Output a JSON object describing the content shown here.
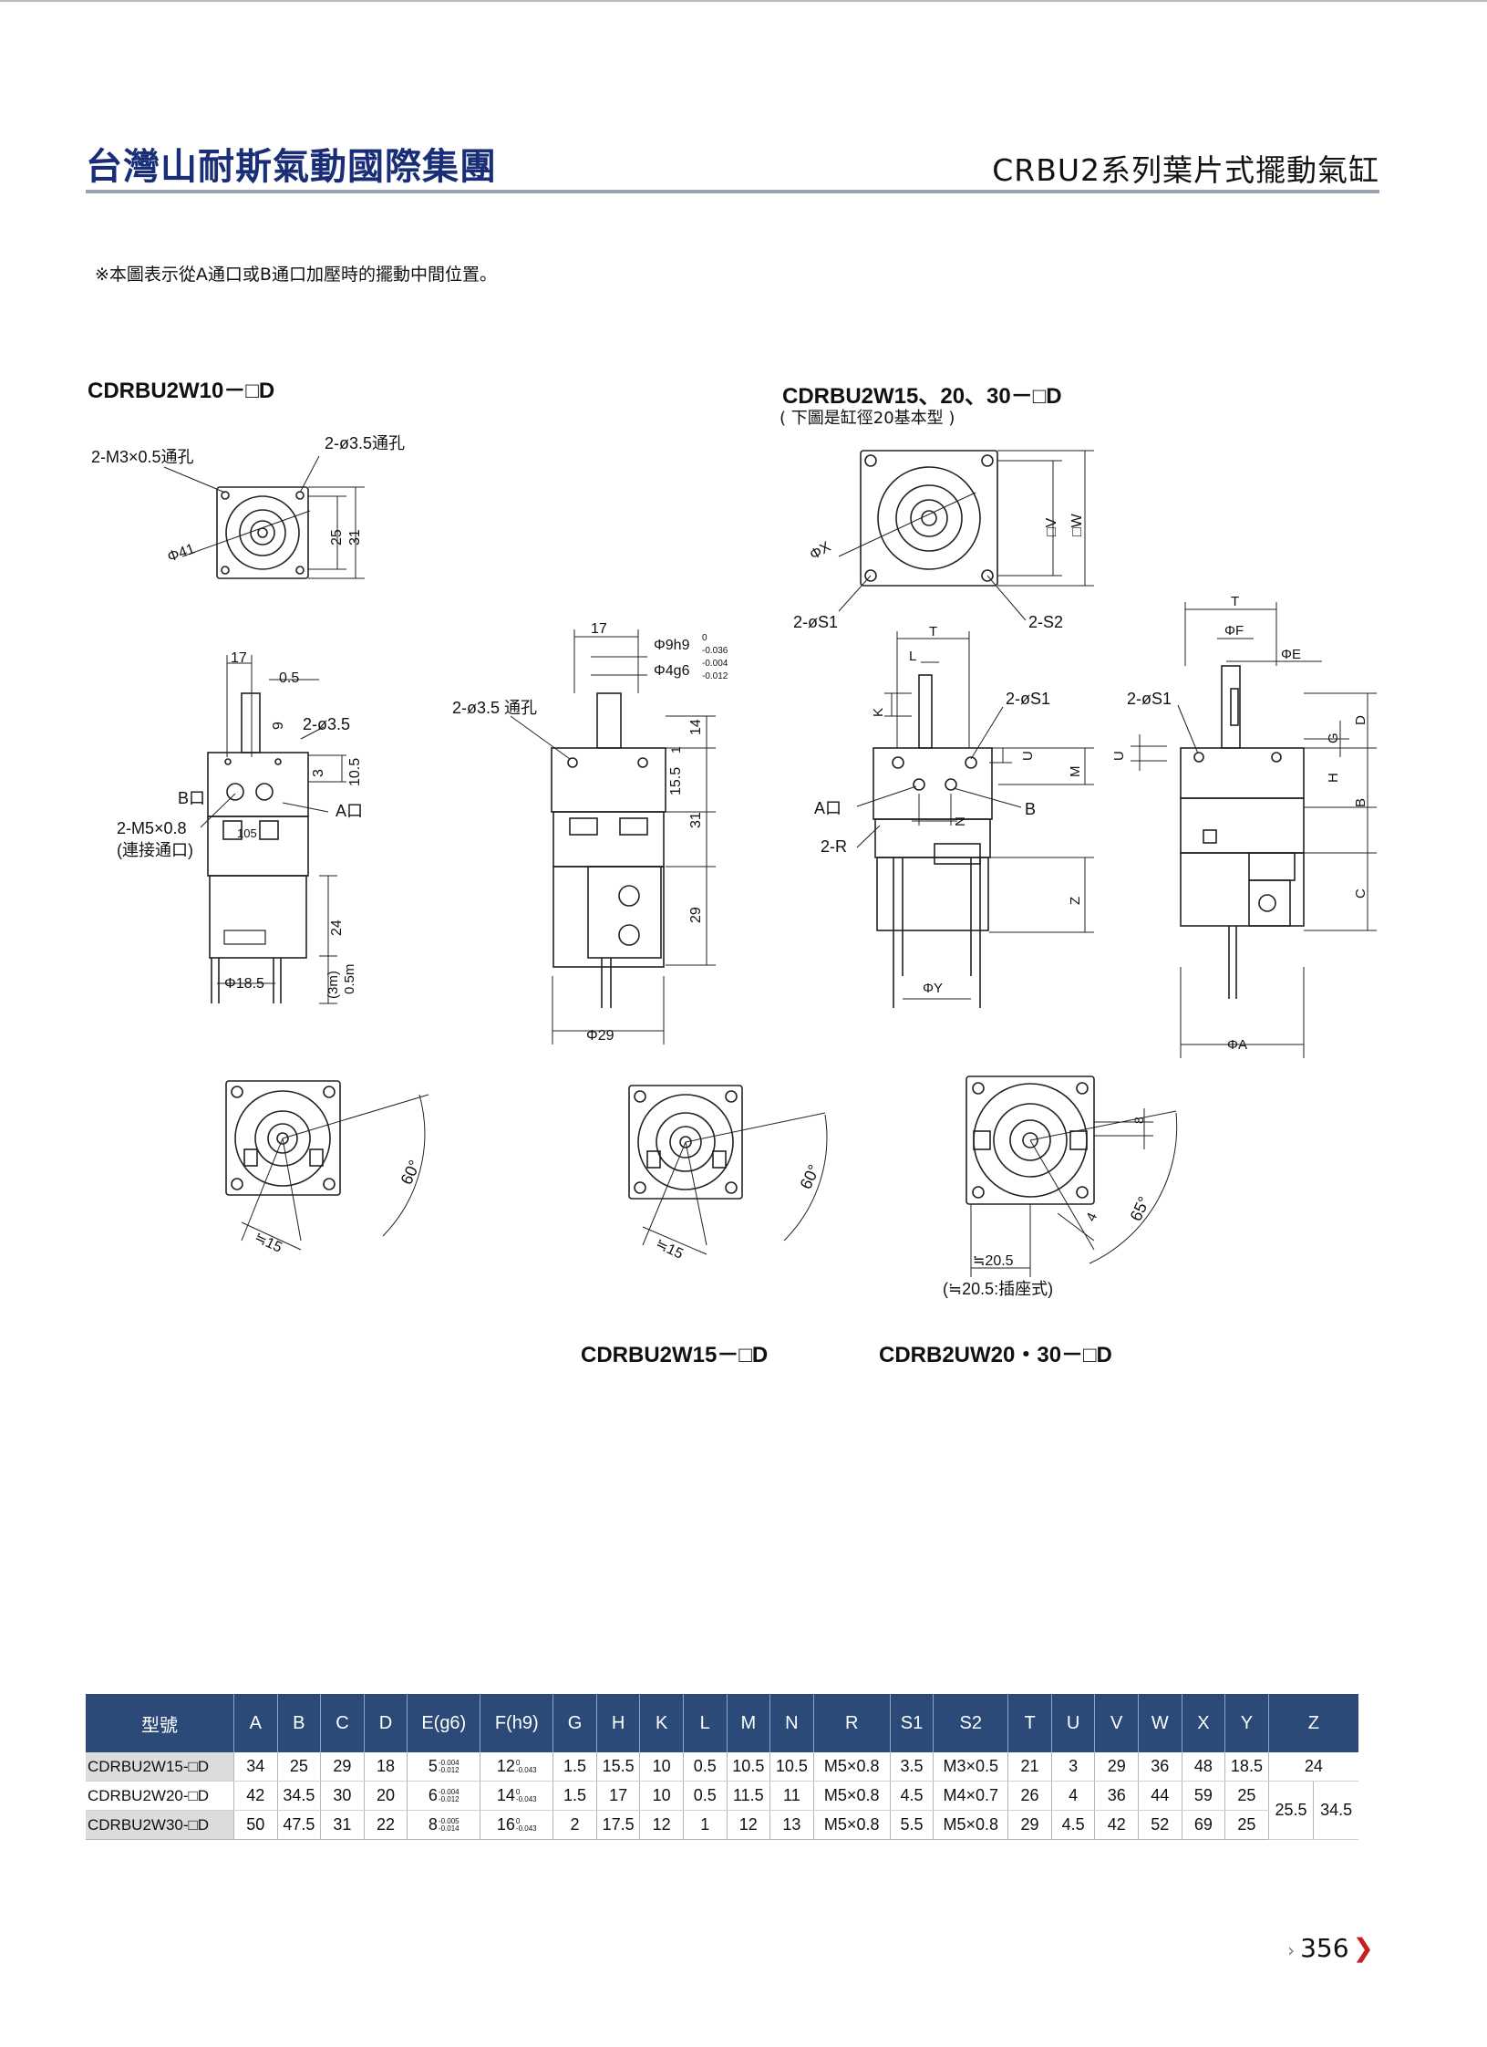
{
  "header": {
    "brand": "台灣山耐斯氣動國際集團",
    "series_title": "CRBU2系列葉片式擺動氣缸"
  },
  "note": "※本圖表示從A通口或B通口加壓時的擺動中間位置。",
  "figures": {
    "w10_title": "CDRBU2W10－□D",
    "w15_30_title": "CDRBU2W15、20、30－□D",
    "w15_30_sub": "( 下圖是缸徑20基本型 )",
    "w15_title": "CDRBU2W15－□D",
    "w20_30_title": "CDRB2UW20・30－□D",
    "w20_30_note": "(≒20.5:插座式)"
  },
  "labels": {
    "m3": "2-M3×0.5通孔",
    "phi35_a": "2-ø3.5通孔",
    "phi41": "Φ41",
    "d25": "25",
    "d31": "31",
    "d17": "17",
    "d05": "0.5",
    "d9": "9",
    "phi35_b": "2-ø3.5",
    "d3": "3",
    "d105": "10.5",
    "port_b": "B口",
    "port_a": "A口",
    "m5": "2-M5×0.8",
    "m5_sub": "(連接通口)",
    "d105b": "105",
    "d24": "24",
    "phi185": "Φ18.5",
    "lead": "(3m)",
    "lead2": "0.5m",
    "mid_17": "17",
    "phi9": "Φ9h9",
    "phi9_tol_u": "0",
    "phi9_tol_l": "-0.036",
    "phi4": "Φ4g6",
    "phi4_tol_u": "-0.004",
    "phi4_tol_l": "-0.012",
    "phi35_c": "2-ø3.5 通孔",
    "d14": "14",
    "d1": "1",
    "d155": "15.5",
    "d31b": "31",
    "d29": "29",
    "phi29": "Φ29",
    "phiX": "ΦX",
    "sqV": "□V",
    "sqW": "□W",
    "s1": "2-øS1",
    "s2": "2-S2",
    "T": "T",
    "L": "L",
    "K": "K",
    "s1b": "2-øS1",
    "U": "U",
    "M": "M",
    "N": "N",
    "portA2": "A口",
    "B2": "B",
    "R": "2-R",
    "Z": "Z",
    "phiY": "ΦY",
    "T2": "T",
    "phiF": "ΦF",
    "phiE": "ΦE",
    "s1c": "2-øS1",
    "D": "D",
    "G": "G",
    "U2": "U",
    "H": "H",
    "B3": "B",
    "C": "C",
    "phiA": "ΦA",
    "ang60a": "60°",
    "ap15a": "≒15",
    "ang60b": "60°",
    "ap15b": "≒15",
    "ang65": "65°",
    "d4": "4",
    "d8": "8",
    "ap205": "≒20.5"
  },
  "table": {
    "headers": [
      "型號",
      "A",
      "B",
      "C",
      "D",
      "E(g6)",
      "F(h9)",
      "G",
      "H",
      "K",
      "L",
      "M",
      "N",
      "R",
      "S1",
      "S2",
      "T",
      "U",
      "V",
      "W",
      "X",
      "Y",
      "Z"
    ],
    "rows": [
      {
        "model": "CDRBU2W15-□D",
        "A": "34",
        "B": "25",
        "C": "29",
        "D": "18",
        "E": "5",
        "E_tol_u": "-0.004",
        "E_tol_l": "-0.012",
        "F": "12",
        "F_tol_u": "0",
        "F_tol_l": "-0.043",
        "G": "1.5",
        "H": "15.5",
        "K": "10",
        "L": "0.5",
        "M": "10.5",
        "N": "10.5",
        "R": "M5×0.8",
        "S1": "3.5",
        "S2": "M3×0.5",
        "T": "21",
        "U": "3",
        "V": "29",
        "W": "36",
        "X": "48",
        "Y": "18.5",
        "Z": "24"
      },
      {
        "model": "CDRBU2W20-□D",
        "A": "42",
        "B": "34.5",
        "C": "30",
        "D": "20",
        "E": "6",
        "E_tol_u": "-0.004",
        "E_tol_l": "-0.012",
        "F": "14",
        "F_tol_u": "0",
        "F_tol_l": "-0.043",
        "G": "1.5",
        "H": "17",
        "K": "10",
        "L": "0.5",
        "M": "11.5",
        "N": "11",
        "R": "M5×0.8",
        "S1": "4.5",
        "S2": "M4×0.7",
        "T": "26",
        "U": "4",
        "V": "36",
        "W": "44",
        "X": "59",
        "Y": "25",
        "Z1": "25.5",
        "Z2": "34.5"
      },
      {
        "model": "CDRBU2W30-□D",
        "A": "50",
        "B": "47.5",
        "C": "31",
        "D": "22",
        "E": "8",
        "E_tol_u": "-0.005",
        "E_tol_l": "-0.014",
        "F": "16",
        "F_tol_u": "0",
        "F_tol_l": "-0.043",
        "G": "2",
        "H": "17.5",
        "K": "12",
        "L": "1",
        "M": "12",
        "N": "13",
        "R": "M5×0.8",
        "S1": "5.5",
        "S2": "M5×0.8",
        "T": "29",
        "U": "4.5",
        "V": "42",
        "W": "52",
        "X": "69",
        "Y": "25"
      }
    ]
  },
  "page_number": "356"
}
